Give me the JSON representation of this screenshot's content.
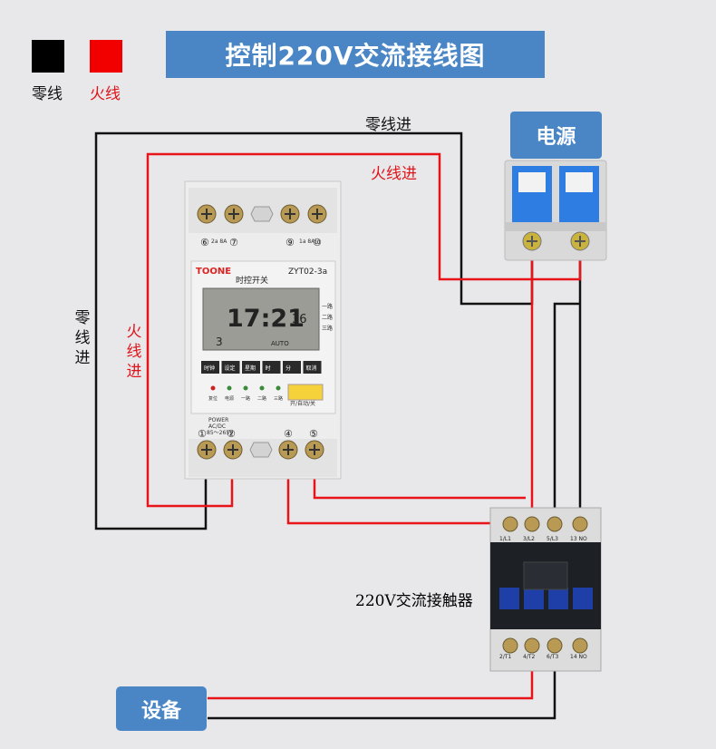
{
  "legend": {
    "neutral": {
      "label": "零线",
      "color": "#000000"
    },
    "live": {
      "label": "火线",
      "color": "#ff0000"
    }
  },
  "title": "控制220V交流接线图",
  "power_source": {
    "label": "电源"
  },
  "wire_labels": {
    "neutral_in_top": "零线进",
    "live_in_top": "火线进",
    "neutral_in_side": "零线进",
    "live_in_side": "火线进"
  },
  "timer": {
    "brand": "TOONE",
    "model": "ZYT02-3a",
    "name": "时控开关",
    "display_time": "17:21",
    "display_seconds": "36",
    "display_day": "3",
    "display_mode": "AUTO",
    "buttons": [
      "时钟",
      "设定",
      "星期",
      "时",
      "分",
      "取消"
    ],
    "indicator_labels": [
      "复位",
      "电源",
      "一路",
      "二路",
      "三路"
    ],
    "switch_label": "开/自动/关",
    "terminals_top": [
      "⑥",
      "⑦",
      "⑨",
      "⑩"
    ],
    "terminals_bottom": [
      "①",
      "②",
      "④",
      "⑤"
    ],
    "rating_left": "2a 8A",
    "rating_right": "1a 8A",
    "power_label": "POWER",
    "power_ac": "AC/DC",
    "power_range": "85～265V",
    "side_channels": [
      "一路",
      "二路",
      "三路"
    ]
  },
  "contactor": {
    "label": "220V交流接触器",
    "top_terminals": [
      "1/L1",
      "3/L2",
      "5/L3",
      "13 NO"
    ],
    "bottom_terminals": [
      "2/T1",
      "4/T2",
      "6/T3",
      "14 NO"
    ]
  },
  "device": {
    "label": "设备"
  },
  "colors": {
    "accent": "#4a86c6",
    "live_wire": "#e8141a",
    "neutral_wire": "#111111"
  }
}
